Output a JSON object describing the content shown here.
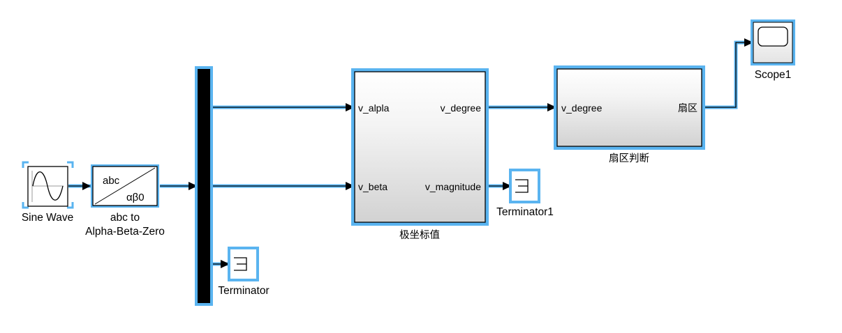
{
  "colors": {
    "selection": "#5ab4f0",
    "signal": "#000000",
    "block_fill": "#ffffff",
    "subsystem_gradient_top": "#ffffff",
    "subsystem_gradient_bottom": "#d4d4d4",
    "demux": "#000000"
  },
  "blocks": {
    "sine_wave": {
      "name": "Sine Wave",
      "icon": "sine-wave-icon"
    },
    "abc_transform": {
      "line1": "abc to",
      "line2": "Alpha-Beta-Zero",
      "top_text": "abc",
      "bottom_text": "αβ0"
    },
    "demux": {
      "name": ""
    },
    "terminator": {
      "name": "Terminator",
      "icon": "terminator-icon"
    },
    "polar_subsystem": {
      "name": "极坐标值",
      "inputs": [
        "v_alpla",
        "v_beta"
      ],
      "outputs": [
        "v_degree",
        "v_magnitude"
      ]
    },
    "terminator1": {
      "name": "Terminator1",
      "icon": "terminator-icon"
    },
    "sector_subsystem": {
      "name": "扇区判断",
      "inputs": [
        "v_degree"
      ],
      "outputs": [
        "扇区"
      ]
    },
    "scope1": {
      "name": "Scope1",
      "icon": "scope-icon"
    }
  }
}
